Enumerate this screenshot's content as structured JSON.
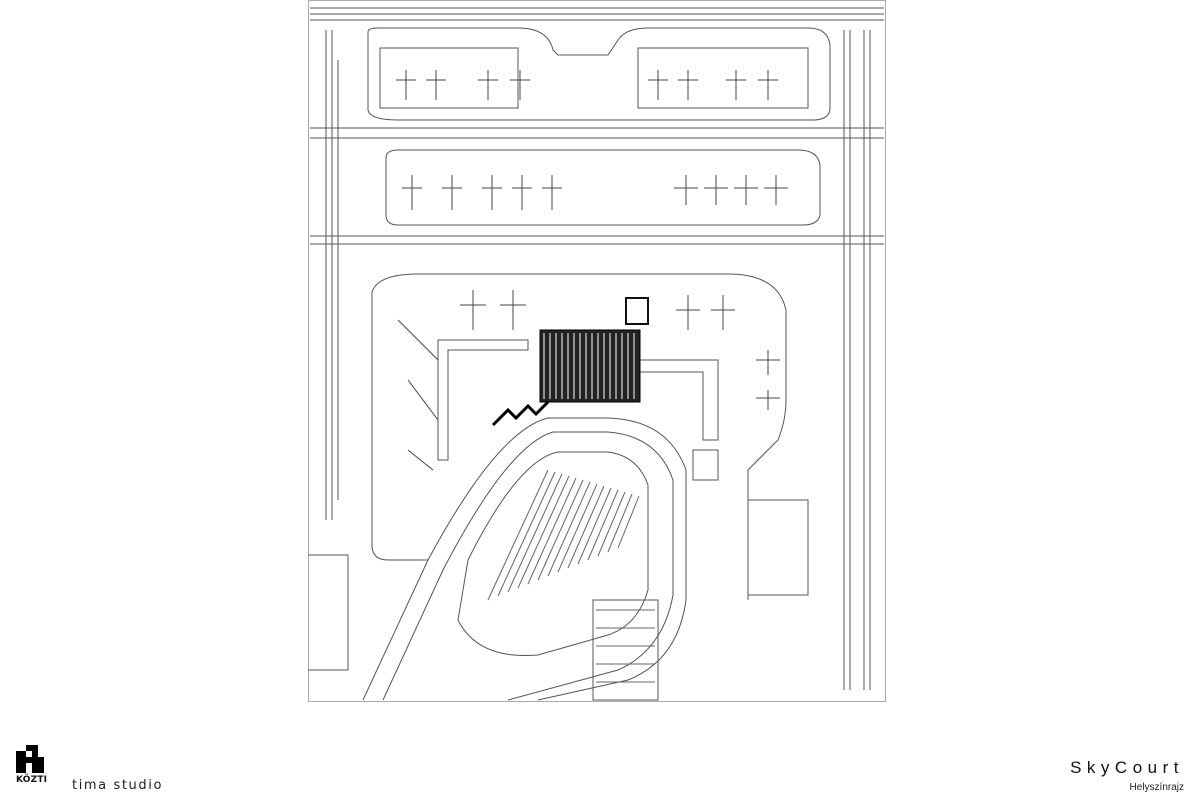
{
  "drawing": {
    "type": "airport site plan",
    "main_parking_stalls": 14,
    "south_lot_rows": 5
  },
  "branding": {
    "logo_text": "KÖZTI",
    "studio": "tima studio"
  },
  "title_block": {
    "project": "SkyCourt",
    "subtitle": "Helyszínrajz"
  },
  "colors": {
    "ink": "#111111",
    "line": "#555555",
    "paper": "#ffffff"
  }
}
